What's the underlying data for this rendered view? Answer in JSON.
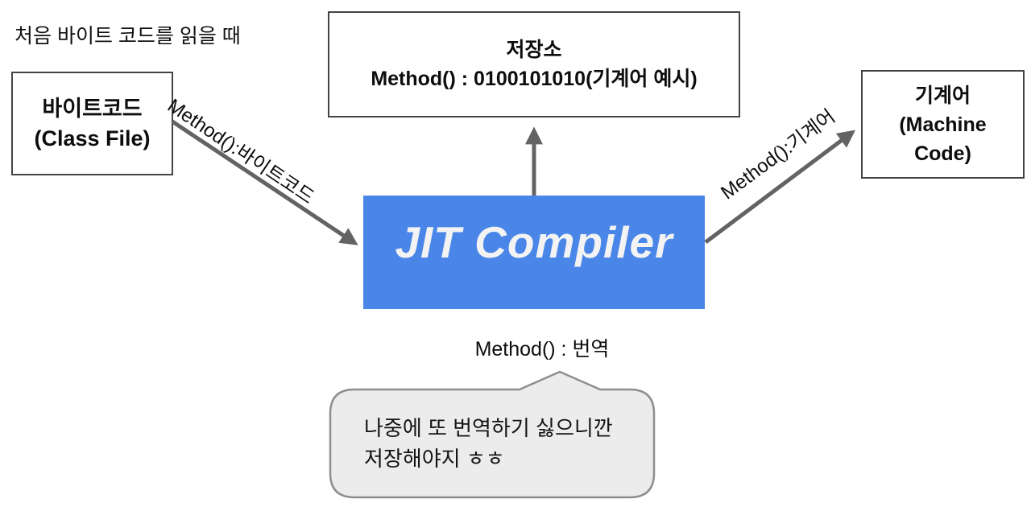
{
  "title": "처음 바이트 코드를 읽을 때",
  "colors": {
    "accent_blue": "#4a86e8",
    "jit_text": "#f3f3f3",
    "arrow_gray": "#636363",
    "border_gray": "#444444",
    "bubble_fill": "#ececec",
    "bubble_border": "#8e8e8e"
  },
  "nodes": {
    "bytecode": {
      "line1": "바이트코드",
      "line2": "(Class File)"
    },
    "storage": {
      "line1": "저장소",
      "line2": "Method() : 0100101010(기계어 예시)"
    },
    "machine": {
      "line1": "기계어",
      "line2": "(Machine Code)"
    },
    "jit": {
      "label": "JIT Compiler"
    }
  },
  "edges": {
    "bytecode_to_jit": {
      "label": "Method():바이트코드"
    },
    "jit_to_machine": {
      "label": "Method():기계어"
    },
    "jit_translate": {
      "label": "Method() : 번역"
    }
  },
  "bubble": {
    "line1": "나중에 또 번역하기 싫으니깐",
    "line2": "저장해야지 ㅎㅎ"
  }
}
